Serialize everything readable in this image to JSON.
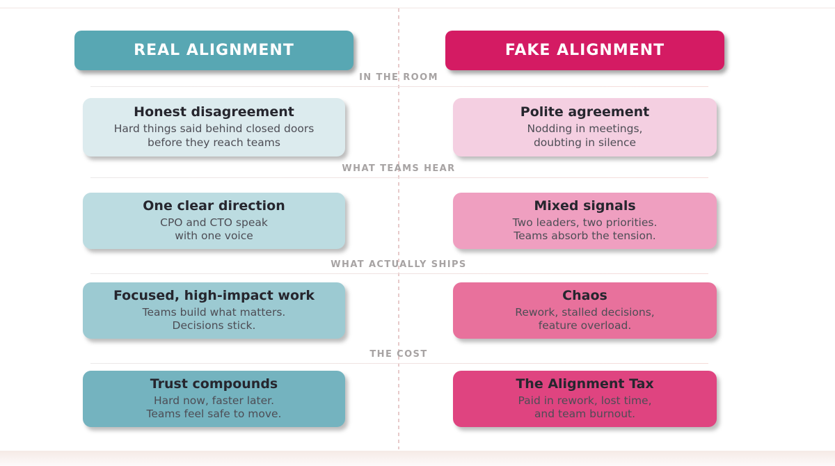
{
  "columns": {
    "real": {
      "label": "REAL ALIGNMENT",
      "color": "#58a7b3"
    },
    "fake": {
      "label": "FAKE ALIGNMENT",
      "color": "#d41b63"
    }
  },
  "divider_color": "#e7caca",
  "sections": [
    {
      "label": "IN THE ROOM",
      "real": {
        "title": "Honest disagreement",
        "body1": "Hard things said behind closed doors",
        "body2": "before they reach teams",
        "color": "#dcebee"
      },
      "fake": {
        "title": "Polite agreement",
        "body1": "Nodding in meetings,",
        "body2": "doubting in silence",
        "color": "#f4cfe1"
      }
    },
    {
      "label": "WHAT TEAMS HEAR",
      "real": {
        "title": "One clear direction",
        "body1": "CPO and CTO speak",
        "body2": "with one voice",
        "color": "#bcdce1"
      },
      "fake": {
        "title": "Mixed signals",
        "body1": "Two leaders, two priorities.",
        "body2": "Teams absorb the tension.",
        "color": "#ef9fc0"
      }
    },
    {
      "label": "WHAT ACTUALLY SHIPS",
      "real": {
        "title": "Focused, high-impact work",
        "body1": "Teams build what matters.",
        "body2": "Decisions stick.",
        "color": "#9ccad2"
      },
      "fake": {
        "title": "Chaos",
        "body1": "Rework, stalled decisions,",
        "body2": "feature overload.",
        "color": "#e8719c"
      }
    },
    {
      "label": "THE COST",
      "real": {
        "title": "Trust compounds",
        "body1": "Hard now, faster later.",
        "body2": "Teams feel safe to move.",
        "color": "#74b3bf"
      },
      "fake": {
        "title": "The Alignment Tax",
        "body1": "Paid in rework, lost time,",
        "body2": "and team burnout.",
        "color": "#df4480"
      }
    }
  ]
}
